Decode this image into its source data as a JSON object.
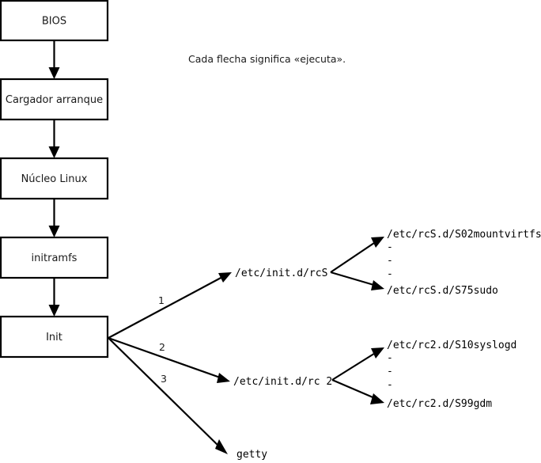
{
  "diagram": {
    "caption": "Cada flecha significa «ejecuta».",
    "colors": {
      "stroke": "#000000",
      "text": "#1a1a1a",
      "background": "#ffffff"
    },
    "boot_chain": [
      {
        "label": "BIOS"
      },
      {
        "label": "Cargador arranque"
      },
      {
        "label": "Núcleo Linux"
      },
      {
        "label": "initramfs"
      },
      {
        "label": "Init"
      }
    ],
    "init_branches": [
      {
        "number": "1",
        "target": "/etc/init.d/rcS"
      },
      {
        "number": "2",
        "target": "/etc/init.d/rc 2"
      },
      {
        "number": "3",
        "target": "getty"
      }
    ],
    "rcs_scripts": {
      "first": "/etc/rcS.d/S02mountvirtfs",
      "ellipsis": [
        "-",
        "-",
        "-"
      ],
      "last": "/etc/rcS.d/S75sudo"
    },
    "rc2_scripts": {
      "first": "/etc/rc2.d/S10syslogd",
      "ellipsis": [
        "-",
        "-",
        "-"
      ],
      "last": "/etc/rc2.d/S99gdm"
    }
  }
}
